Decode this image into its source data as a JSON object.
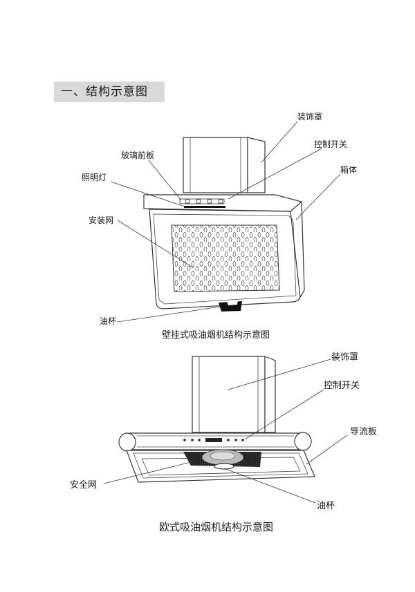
{
  "section_title": "一、结构示意图",
  "figure1": {
    "caption": "壁挂式吸油烟机结构示意图",
    "labels": {
      "decor_cover": "装饰罩",
      "control_switch": "控制开关",
      "glass_panel": "玻璃前板",
      "cabinet": "箱体",
      "light": "照明灯",
      "mesh": "安装网",
      "oil_cup": "油杯"
    }
  },
  "figure2": {
    "caption": "欧式吸油烟机结构示意图",
    "labels": {
      "decor_cover": "装饰罩",
      "control_switch": "控制开关",
      "deflector": "导流板",
      "safety_net": "安全网",
      "oil_cup": "油杯"
    }
  }
}
